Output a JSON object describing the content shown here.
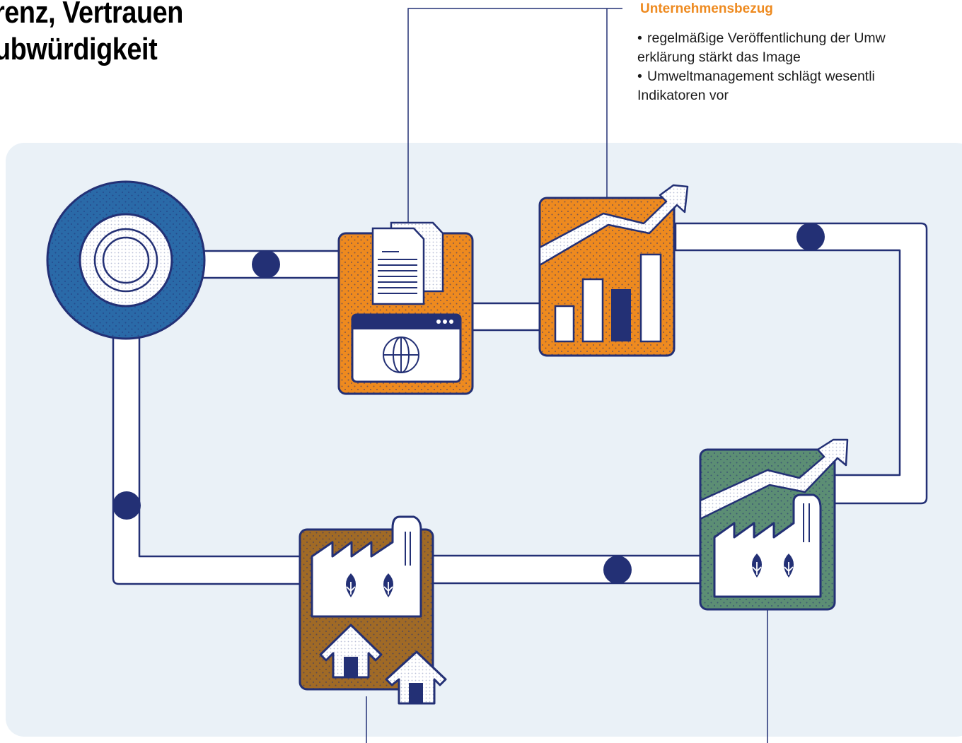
{
  "title": {
    "line1": "renz, Vertrauen",
    "line2": "ubwürdigkeit"
  },
  "callout": {
    "heading": "Unternehmensbezug",
    "bullets": [
      {
        "line1": "regelmäßige Veröffentlichung der Umw",
        "line2": "erklärung stärkt das Image"
      },
      {
        "line1": "Umweltmanagement schlägt wesentli",
        "line2": "Indikatoren vor"
      }
    ]
  },
  "colors": {
    "navy": "#233075",
    "orange": "#ee8a1f",
    "blue": "#2a6aa8",
    "brown": "#a06a26",
    "green": "#5c8e74",
    "panel": "#eaf1f7",
    "heading_accent": "#ee8a1f"
  },
  "icons": [
    "target-icon",
    "document-web-icon",
    "growth-chart-icon",
    "factory-growth-icon",
    "factory-homes-icon"
  ]
}
